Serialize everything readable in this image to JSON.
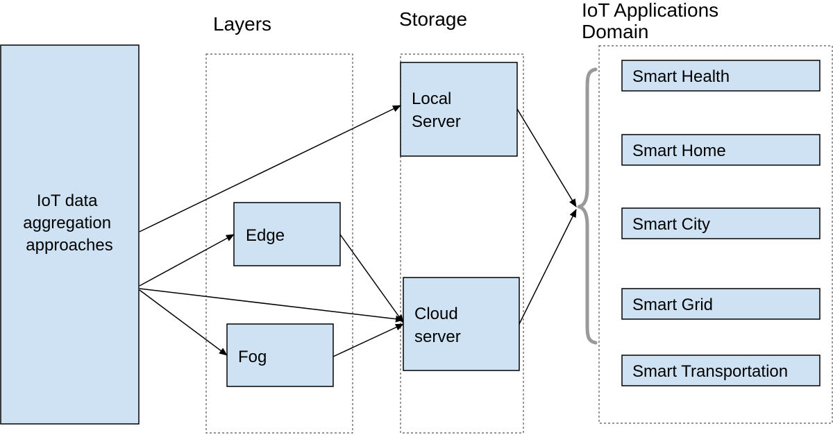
{
  "columns": {
    "layers": "Layers",
    "storage": "Storage",
    "applications": [
      "IoT Applications",
      "Domain"
    ]
  },
  "nodes": {
    "source": [
      "IoT data",
      "aggregation",
      "approaches"
    ],
    "edge": "Edge",
    "fog": "Fog",
    "local_server": [
      "Local",
      "Server"
    ],
    "cloud_server": [
      "Cloud",
      "server"
    ]
  },
  "applications": [
    "Smart Health",
    "Smart Home",
    "Smart City",
    "Smart Grid",
    "Smart Transportation"
  ],
  "edges": [
    {
      "from": "source",
      "to": "local_server"
    },
    {
      "from": "source",
      "to": "edge"
    },
    {
      "from": "source",
      "to": "cloud_server"
    },
    {
      "from": "source",
      "to": "fog"
    },
    {
      "from": "edge",
      "to": "cloud_server"
    },
    {
      "from": "fog",
      "to": "cloud_server"
    },
    {
      "from": "local_server",
      "to": "applications"
    },
    {
      "from": "cloud_server",
      "to": "applications"
    }
  ],
  "colors": {
    "box_fill": "#cfe2f3",
    "border": "#000000",
    "dashed_border": "#555555",
    "brace": "#9a9a9a"
  }
}
